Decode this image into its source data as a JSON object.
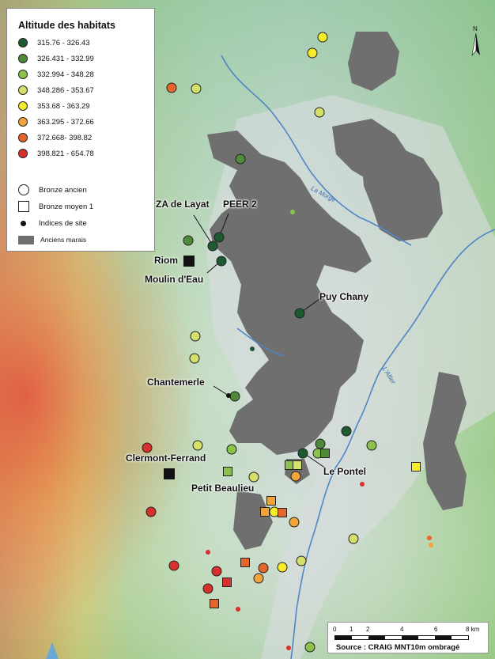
{
  "legend": {
    "title": "Altitude des habitats",
    "classes": [
      {
        "label": "315.76 - 326.43",
        "color": "#1d5a31"
      },
      {
        "label": "326.431 - 332.99",
        "color": "#4d8a39"
      },
      {
        "label": "332.994 - 348.28",
        "color": "#8cc24c"
      },
      {
        "label": "348.286 - 353.67",
        "color": "#d4e06a"
      },
      {
        "label": "353.68 - 363.29",
        "color": "#f6ec2a"
      },
      {
        "label": "363.295 - 372.66",
        "color": "#f2a43a"
      },
      {
        "label": "372.668- 398.82",
        "color": "#e6652c"
      },
      {
        "label": "398.821 - 654.78",
        "color": "#d8312d"
      }
    ],
    "symbols": {
      "bronze_ancien": "Bronze ancien",
      "bronze_moyen": "Bronze moyen 1",
      "indices": "Indices de site",
      "marais": "Anciens marais"
    }
  },
  "places": {
    "za_layat": "ZA de Layat",
    "peer2": "PEER 2",
    "riom": "Riom",
    "moulin": "Moulin d'Eau",
    "puy_chany": "Puy Chany",
    "chantemerle": "Chantemerle",
    "clermont": "Clermont-Ferrand",
    "petit_beaulieu": "Petit Beaulieu",
    "le_pontel": "Le Pontel"
  },
  "rivers": {
    "morge": "La Morge",
    "allier": "L'Allier"
  },
  "north": "N",
  "scale": {
    "ticks": [
      "0",
      "1",
      "2",
      "4",
      "6",
      "8 km"
    ],
    "source": "Source : CRAIG MNT10m ombragé"
  },
  "colors": {
    "marsh": "#6f6f6f",
    "river": "#4f86c6"
  }
}
